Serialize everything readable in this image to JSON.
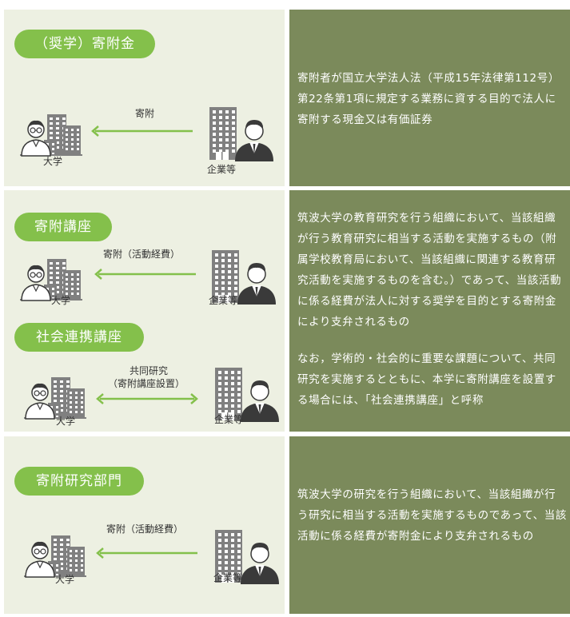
{
  "sections": [
    {
      "pills": [
        "（奨学）寄附金"
      ],
      "diagrams": [
        {
          "arrow_label": [
            "寄附"
          ],
          "arrow_type": "left",
          "left_label": "大学",
          "right_label": "企業等"
        }
      ],
      "description": [
        "寄附者が国立大学法人法（平成15年法律第112号）第22条第1項に規定する業務に資する目的で法人に寄附する現金又は有価証券"
      ]
    },
    {
      "pills": [
        "寄附講座",
        "社会連携講座"
      ],
      "diagrams": [
        {
          "arrow_label": [
            "寄附（活動経費）"
          ],
          "arrow_type": "left",
          "left_label": "大学",
          "right_label": "企業等"
        },
        {
          "arrow_label": [
            "共同研究",
            "（寄附講座設置）"
          ],
          "arrow_type": "double",
          "left_label": "大学",
          "right_label": "企業等"
        }
      ],
      "description": [
        "筑波大学の教育研究を行う組織において、当該組織が行う教育研究に相当する活動を実施するもの（附属学校教育局において、当該組織に関連する教育研究活動を実施するものを含む。）であって、当該活動に係る経費が法人に対する奨学を目的とする寄附金により支弁されるもの",
        "なお，学術的・社会的に重要な課題について、共同研究を実施するとともに、本学に寄附講座を設置する場合には、「社会連携講座」と呼称"
      ]
    },
    {
      "pills": [
        "寄附研究部門"
      ],
      "diagrams": [
        {
          "arrow_label": [
            "寄附（活動経費）"
          ],
          "arrow_type": "left",
          "left_label": "大学",
          "right_label": "企業等"
        }
      ],
      "description": [
        "筑波大学の研究を行う組織において、当該組織が行う研究に相当する活動を実施するものであって、当該活動に係る経費が寄附金により支弁されるもの"
      ]
    }
  ],
  "icons": {
    "university": "university-person-icon",
    "company": "company-person-icon"
  },
  "colors": {
    "left_panel": "#edf0e2",
    "right_panel": "#7b8a5b",
    "pill": "#84c04b",
    "arrow": "#84c04b",
    "building": "#808080",
    "suit": "#3a3a3a"
  }
}
